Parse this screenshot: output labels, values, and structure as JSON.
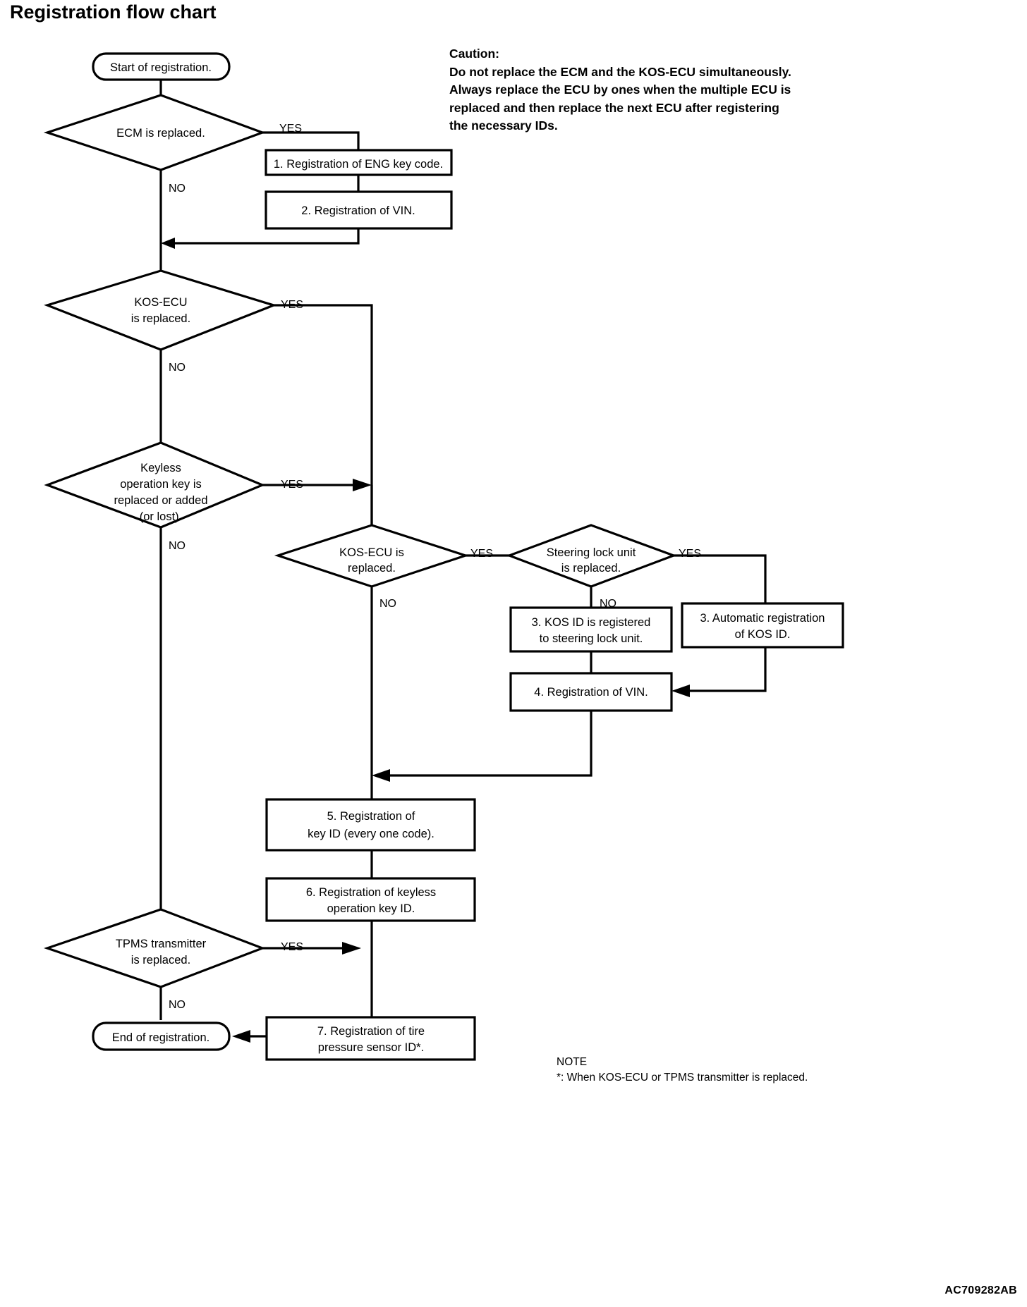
{
  "page": {
    "title": "Registration flow chart",
    "footer_code": "AC709282AB"
  },
  "caution": {
    "heading": "Caution:",
    "lines": [
      "Do not replace the ECM and the KOS-ECU simultaneously.",
      "Always replace the ECU by ones when the multiple ECU is",
      "replaced and then replace the next ECU after registering",
      "the necessary IDs."
    ]
  },
  "note": {
    "heading": "NOTE",
    "lines": [
      "*: When KOS-ECU or TPMS transmitter is replaced."
    ]
  },
  "chart_data": {
    "type": "diagram",
    "title": "Registration flow chart",
    "nodes": [
      {
        "id": "start",
        "shape": "terminator",
        "lines": [
          "Start of registration."
        ]
      },
      {
        "id": "d-ecm",
        "shape": "decision",
        "lines": [
          "ECM is replaced."
        ]
      },
      {
        "id": "b1",
        "shape": "process",
        "lines": [
          "1. Registration of ENG key code."
        ]
      },
      {
        "id": "b2",
        "shape": "process",
        "lines": [
          "2. Registration of VIN."
        ]
      },
      {
        "id": "d-kosecu",
        "shape": "decision",
        "lines": [
          "KOS-ECU",
          "is replaced."
        ]
      },
      {
        "id": "d-keyless",
        "shape": "decision",
        "lines": [
          "Keyless",
          "operation key is",
          "replaced or added",
          "(or lost)."
        ]
      },
      {
        "id": "d-kosecu2",
        "shape": "decision",
        "lines": [
          "KOS-ECU is",
          "replaced."
        ]
      },
      {
        "id": "d-steering",
        "shape": "decision",
        "lines": [
          "Steering lock unit",
          "is replaced."
        ]
      },
      {
        "id": "b3a",
        "shape": "process",
        "lines": [
          "3. KOS ID is registered",
          "to steering lock unit."
        ]
      },
      {
        "id": "b3b",
        "shape": "process",
        "lines": [
          "3. Automatic registration",
          "of KOS ID."
        ]
      },
      {
        "id": "b4",
        "shape": "process",
        "lines": [
          "4. Registration of VIN."
        ]
      },
      {
        "id": "b5",
        "shape": "process",
        "lines": [
          "5. Registration of",
          "key ID (every one code)."
        ]
      },
      {
        "id": "b6",
        "shape": "process",
        "lines": [
          "6. Registration of keyless",
          "operation key ID."
        ]
      },
      {
        "id": "d-tpms",
        "shape": "decision",
        "lines": [
          "TPMS transmitter",
          "is replaced."
        ]
      },
      {
        "id": "b7",
        "shape": "process",
        "lines": [
          "7. Registration of tire",
          "pressure sensor ID*."
        ]
      },
      {
        "id": "end",
        "shape": "terminator",
        "lines": [
          "End of registration."
        ]
      }
    ],
    "edge_labels": {
      "ecm_yes": "YES",
      "ecm_no": "NO",
      "kosecu_yes": "YES",
      "kosecu_no": "NO",
      "keyless_yes": "YES",
      "keyless_no": "NO",
      "kosecu2_yes": "YES",
      "kosecu2_no": "NO",
      "steering_yes": "YES",
      "steering_no": "NO",
      "tpms_yes": "YES",
      "tpms_no": "NO"
    }
  },
  "labels": {
    "start": "Start of registration.",
    "ecm_q": "ECM is replaced.",
    "box1": "1. Registration of ENG key code.",
    "box2": "2. Registration of VIN.",
    "kosecu_l1": "KOS-ECU",
    "kosecu_l2": "is replaced.",
    "keyless_l1": "Keyless",
    "keyless_l2": "operation key is",
    "keyless_l3": "replaced or added",
    "keyless_l4": "(or lost).",
    "kosecu2_l1": "KOS-ECU is",
    "kosecu2_l2": "replaced.",
    "steering_l1": "Steering lock unit",
    "steering_l2": "is replaced.",
    "box3a_l1": "3. KOS ID is registered",
    "box3a_l2": "to steering lock unit.",
    "box3b_l1": "3. Automatic registration",
    "box3b_l2": "of KOS ID.",
    "box4": "4. Registration of VIN.",
    "box5_l1": "5. Registration of",
    "box5_l2": "key ID (every one code).",
    "box6_l1": "6. Registration of keyless",
    "box6_l2": "operation key ID.",
    "tpms_l1": "TPMS transmitter",
    "tpms_l2": "is replaced.",
    "box7_l1": "7. Registration of tire",
    "box7_l2": "pressure sensor ID*.",
    "end": "End of registration.",
    "yes": "YES",
    "no": "NO"
  }
}
